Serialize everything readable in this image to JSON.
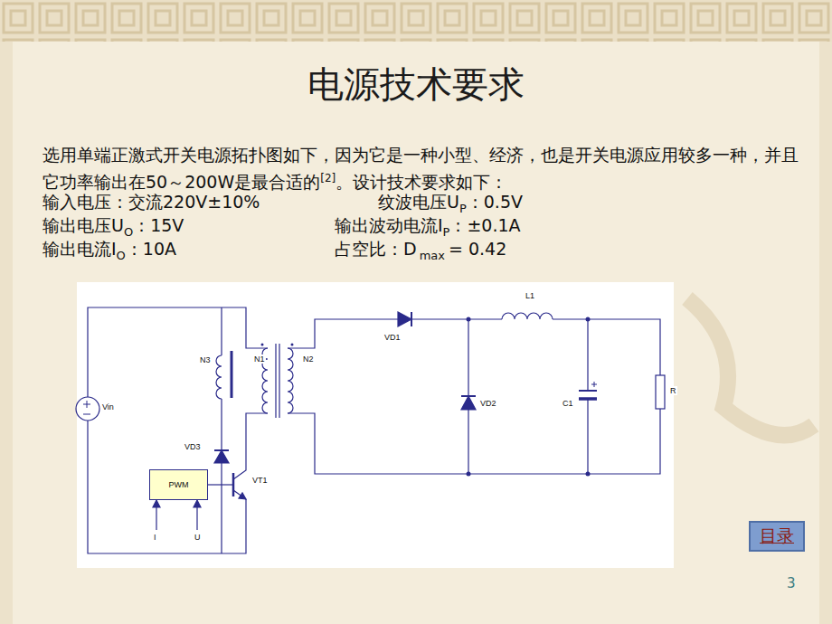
{
  "diagram": {
    "title": "电源技术要求",
    "nodes": [
      {
        "text": [
          "PWM"
        ]
      },
      {
        "text": [
          "目录"
        ]
      }
    ],
    "labels": [
      "选用单端正激式开关电源拓扑图如下，因为它是一种小型、经济，也是开关电源应用较多一种，并且它功率输出在50～200W是最合适的",
      "[2]",
      "。设计技术要求如下：",
      "输入电压：交流220V±10%",
      "纹波电压U",
      "P",
      "：0.5V",
      "输出电压U",
      "O",
      "：15V",
      "输出波动电流I",
      "P",
      "：±0.1A",
      "输出电流I",
      "O",
      "：10A",
      "占空比：D",
      "max",
      "= 0.42",
      "N3",
      "N1",
      "N2",
      "VD1",
      "L1",
      "VD2",
      "C1",
      "R",
      "Vin",
      "VD3",
      "VT1",
      "I",
      "U",
      "3"
    ]
  }
}
